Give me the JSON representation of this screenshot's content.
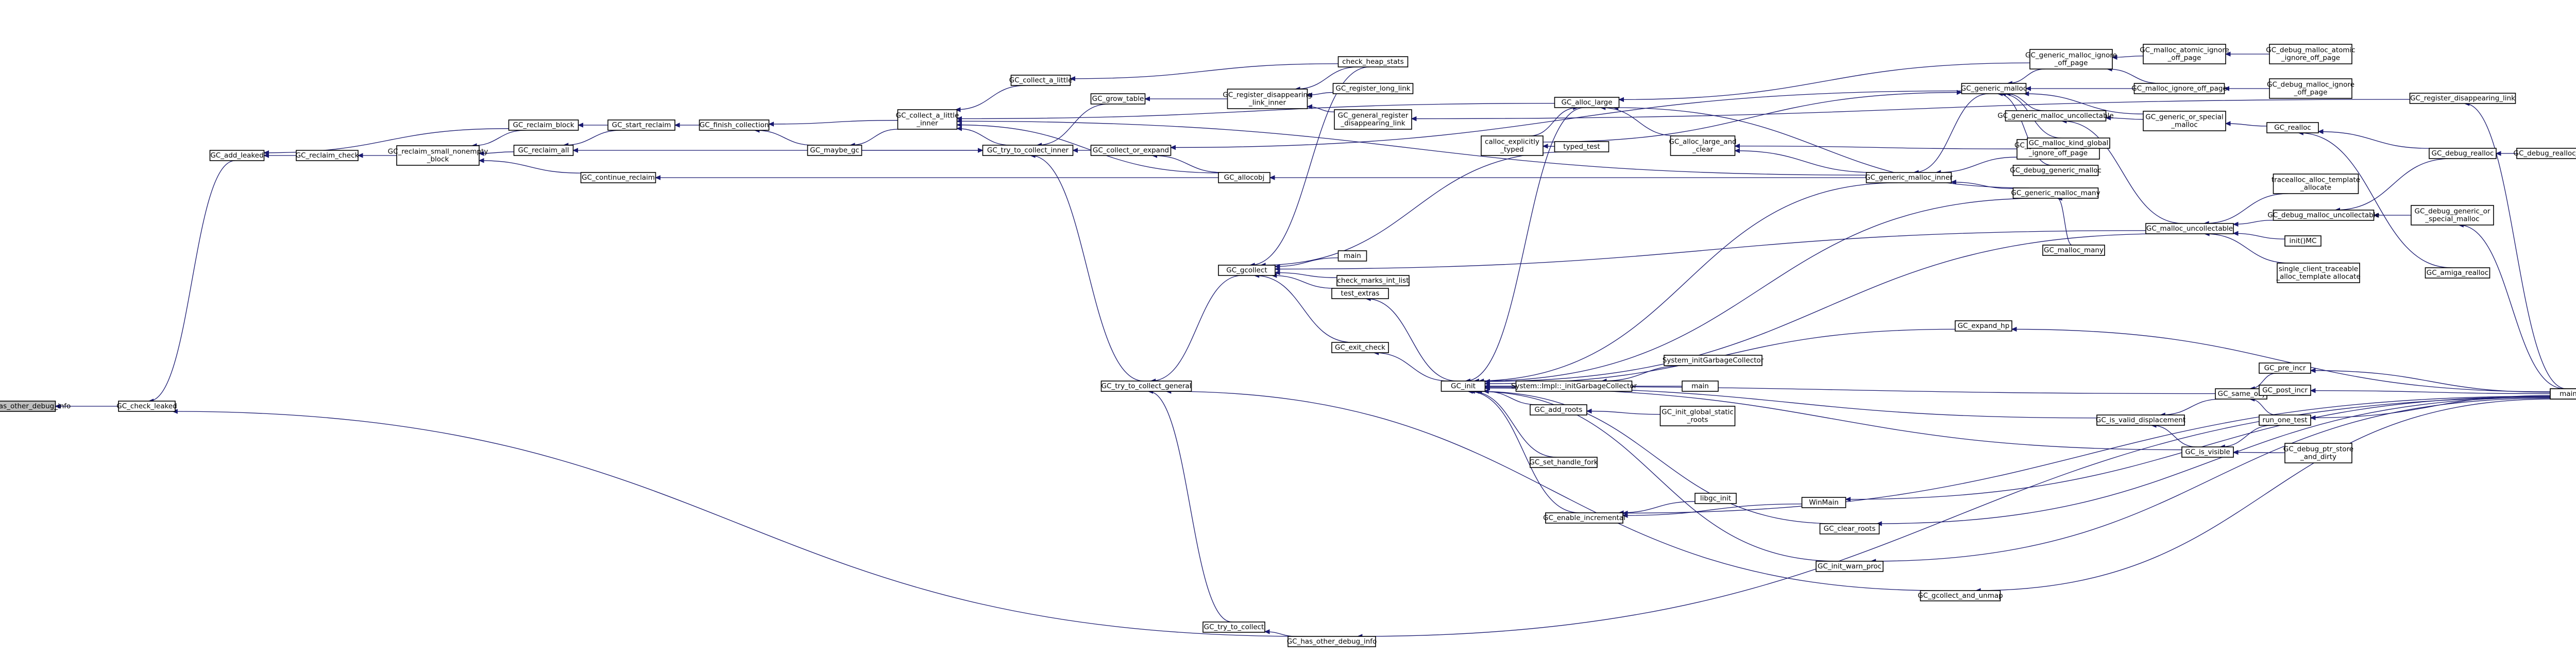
{
  "diagram": {
    "type": "doxygen-caller-graph",
    "colors": {
      "edge": "#191970",
      "node_fill": "#ffffff",
      "root_fill": "#bfbfbf",
      "border": "#000000"
    },
    "root": "n0",
    "nodes": [
      {
        "id": "n0",
        "lines": [
          "GC_has_other_debug_info"
        ]
      },
      {
        "id": "n1",
        "lines": [
          "GC_check_leaked"
        ]
      },
      {
        "id": "n2",
        "lines": [
          "GC_add_leaked"
        ]
      },
      {
        "id": "n3",
        "lines": [
          "GC_reclaim_check"
        ]
      },
      {
        "id": "n4",
        "lines": [
          "GC_reclaim_small_nonempty",
          "_block"
        ]
      },
      {
        "id": "n5",
        "lines": [
          "GC_reclaim_block"
        ]
      },
      {
        "id": "n6",
        "lines": [
          "GC_reclaim_all"
        ]
      },
      {
        "id": "n7",
        "lines": [
          "GC_continue_reclaim"
        ]
      },
      {
        "id": "n8",
        "lines": [
          "GC_start_reclaim"
        ]
      },
      {
        "id": "n9",
        "lines": [
          "GC_finish_collection"
        ]
      },
      {
        "id": "n10",
        "lines": [
          "GC_maybe_gc"
        ]
      },
      {
        "id": "n11",
        "lines": [
          "GC_collect_a_little",
          "_inner"
        ]
      },
      {
        "id": "n12",
        "lines": [
          "GC_collect_a_little"
        ]
      },
      {
        "id": "n13",
        "lines": [
          "GC_try_to_collect_inner"
        ]
      },
      {
        "id": "n14",
        "lines": [
          "GC_collect_or_expand"
        ]
      },
      {
        "id": "n15",
        "lines": [
          "GC_allocobj"
        ]
      },
      {
        "id": "n16",
        "lines": [
          "GC_grow_table"
        ]
      },
      {
        "id": "n17",
        "lines": [
          "GC_register_disappearing",
          "_link_inner"
        ]
      },
      {
        "id": "n18",
        "lines": [
          "check_heap_stats"
        ]
      },
      {
        "id": "n19",
        "lines": [
          "GC_register_long_link"
        ]
      },
      {
        "id": "n20",
        "lines": [
          "GC_general_register",
          "_disappearing_link"
        ]
      },
      {
        "id": "n21",
        "lines": [
          "GC_alloc_large"
        ]
      },
      {
        "id": "n22",
        "lines": [
          "calloc_explicitly",
          "_typed"
        ]
      },
      {
        "id": "n23",
        "lines": [
          "typed_test"
        ]
      },
      {
        "id": "n24",
        "lines": [
          "GC_alloc_large_and",
          "_clear"
        ]
      },
      {
        "id": "n25",
        "lines": [
          "GC_generic_malloc"
        ]
      },
      {
        "id": "n26",
        "lines": [
          "GC_generic_malloc_inner"
        ]
      },
      {
        "id": "n27",
        "lines": [
          "GC_generic_malloc_inner",
          "_ignore_off_page"
        ]
      },
      {
        "id": "n28",
        "lines": [
          "GC_generic_malloc_many"
        ]
      },
      {
        "id": "n29",
        "lines": [
          "GC_malloc_many"
        ]
      },
      {
        "id": "n30",
        "lines": [
          "GC_generic_malloc_ignore",
          "_off_page"
        ]
      },
      {
        "id": "n31",
        "lines": [
          "GC_malloc_atomic_ignore",
          "_off_page"
        ]
      },
      {
        "id": "n32",
        "lines": [
          "GC_debug_malloc_atomic",
          "_ignore_off_page"
        ]
      },
      {
        "id": "n33",
        "lines": [
          "GC_malloc_ignore_off_page"
        ]
      },
      {
        "id": "n34",
        "lines": [
          "GC_debug_malloc_ignore",
          "_off_page"
        ]
      },
      {
        "id": "n35",
        "lines": [
          "GC_generic_malloc_uncollectable"
        ]
      },
      {
        "id": "n36",
        "lines": [
          "GC_generic_or_special",
          "_malloc"
        ]
      },
      {
        "id": "n37",
        "lines": [
          "GC_realloc"
        ]
      },
      {
        "id": "n38",
        "lines": [
          "GC_malloc_kind_global"
        ]
      },
      {
        "id": "n39",
        "lines": [
          "GC_debug_generic_malloc"
        ]
      },
      {
        "id": "n40",
        "lines": [
          "GC_malloc_uncollectable"
        ]
      },
      {
        "id": "n41",
        "lines": [
          "tracealloc_alloc_template",
          "_allocate"
        ]
      },
      {
        "id": "n42",
        "lines": [
          "GC_debug_malloc_uncollectable"
        ]
      },
      {
        "id": "n43",
        "lines": [
          "GC_debug_generic_or",
          "_special_malloc"
        ]
      },
      {
        "id": "n44",
        "lines": [
          "GC_debug_realloc"
        ]
      },
      {
        "id": "n45",
        "lines": [
          "GC_debug_realloc_replacement"
        ]
      },
      {
        "id": "n46",
        "lines": [
          "GC_amiga_realloc"
        ]
      },
      {
        "id": "n47",
        "lines": [
          "GC_register_disappearing_link"
        ]
      },
      {
        "id": "n48",
        "lines": [
          "main"
        ]
      },
      {
        "id": "n49",
        "lines": [
          "init()MC"
        ]
      },
      {
        "id": "n50",
        "lines": [
          "single_client_traceable",
          "_alloc_template allocate"
        ]
      },
      {
        "id": "n51",
        "lines": [
          "GC_gcollect"
        ]
      },
      {
        "id": "n52",
        "lines": [
          "main"
        ]
      },
      {
        "id": "n53",
        "lines": [
          "check_marks_int_list"
        ]
      },
      {
        "id": "n54",
        "lines": [
          "test_extras"
        ]
      },
      {
        "id": "n55",
        "lines": [
          "GC_exit_check"
        ]
      },
      {
        "id": "n56",
        "lines": [
          "GC_init"
        ]
      },
      {
        "id": "n57",
        "lines": [
          "System::Impl::_initGarbageCollector"
        ]
      },
      {
        "id": "n58",
        "lines": [
          "System_initGarbageCollector"
        ]
      },
      {
        "id": "n59",
        "lines": [
          "main"
        ]
      },
      {
        "id": "n60",
        "lines": [
          "GC_add_roots"
        ]
      },
      {
        "id": "n61",
        "lines": [
          "GC_init_global_static",
          "_roots"
        ]
      },
      {
        "id": "n62",
        "lines": [
          "GC_set_handle_fork"
        ]
      },
      {
        "id": "n63",
        "lines": [
          "GC_enable_incremental"
        ]
      },
      {
        "id": "n64",
        "lines": [
          "libgc_init"
        ]
      },
      {
        "id": "n65",
        "lines": [
          "WinMain"
        ]
      },
      {
        "id": "n66",
        "lines": [
          "GC_clear_roots"
        ]
      },
      {
        "id": "n67",
        "lines": [
          "GC_init_warn_proc"
        ]
      },
      {
        "id": "n68",
        "lines": [
          "GC_gcollect_and_unmap"
        ]
      },
      {
        "id": "n69",
        "lines": [
          "GC_expand_hp"
        ]
      },
      {
        "id": "n70",
        "lines": [
          "GC_is_valid_displacement"
        ]
      },
      {
        "id": "n71",
        "lines": [
          "GC_same_obj"
        ]
      },
      {
        "id": "n72",
        "lines": [
          "GC_is_visible"
        ]
      },
      {
        "id": "n73",
        "lines": [
          "GC_pre_incr"
        ]
      },
      {
        "id": "n74",
        "lines": [
          "GC_post_incr"
        ]
      },
      {
        "id": "n75",
        "lines": [
          "run_one_test"
        ]
      },
      {
        "id": "n76",
        "lines": [
          "GC_debug_ptr_store",
          "_and_dirty"
        ]
      },
      {
        "id": "n77",
        "lines": [
          "main"
        ]
      },
      {
        "id": "n78",
        "lines": [
          "GC_try_to_collect_general"
        ]
      },
      {
        "id": "n79",
        "lines": [
          "GC_try_to_collect"
        ]
      },
      {
        "id": "n80",
        "lines": [
          "GC_has_other_debug_info"
        ]
      }
    ],
    "edges": [
      [
        "n0",
        "n1"
      ],
      [
        "n1",
        "n2"
      ],
      [
        "n1",
        "n80"
      ],
      [
        "n2",
        "n3"
      ],
      [
        "n2",
        "n5"
      ],
      [
        "n3",
        "n4"
      ],
      [
        "n4",
        "n5"
      ],
      [
        "n4",
        "n6"
      ],
      [
        "n4",
        "n7"
      ],
      [
        "n5",
        "n8"
      ],
      [
        "n6",
        "n8"
      ],
      [
        "n6",
        "n13"
      ],
      [
        "n7",
        "n15"
      ],
      [
        "n8",
        "n9"
      ],
      [
        "n9",
        "n10"
      ],
      [
        "n9",
        "n11"
      ],
      [
        "n10",
        "n11"
      ],
      [
        "n11",
        "n12"
      ],
      [
        "n11",
        "n13"
      ],
      [
        "n11",
        "n15"
      ],
      [
        "n11",
        "n21"
      ],
      [
        "n11",
        "n26"
      ],
      [
        "n12",
        "n18"
      ],
      [
        "n13",
        "n10"
      ],
      [
        "n13",
        "n14"
      ],
      [
        "n13",
        "n16"
      ],
      [
        "n13",
        "n78"
      ],
      [
        "n14",
        "n15"
      ],
      [
        "n14",
        "n25"
      ],
      [
        "n15",
        "n26"
      ],
      [
        "n16",
        "n17"
      ],
      [
        "n17",
        "n18"
      ],
      [
        "n17",
        "n19"
      ],
      [
        "n17",
        "n20"
      ],
      [
        "n20",
        "n47"
      ],
      [
        "n21",
        "n22"
      ],
      [
        "n21",
        "n24"
      ],
      [
        "n21",
        "n30"
      ],
      [
        "n21",
        "n28"
      ],
      [
        "n22",
        "n23"
      ],
      [
        "n24",
        "n26"
      ],
      [
        "n24",
        "n27"
      ],
      [
        "n25",
        "n22"
      ],
      [
        "n25",
        "n30"
      ],
      [
        "n25",
        "n33"
      ],
      [
        "n25",
        "n35"
      ],
      [
        "n25",
        "n38"
      ],
      [
        "n25",
        "n39"
      ],
      [
        "n25",
        "n36"
      ],
      [
        "n26",
        "n27"
      ],
      [
        "n26",
        "n25"
      ],
      [
        "n26",
        "n28"
      ],
      [
        "n28",
        "n29"
      ],
      [
        "n30",
        "n31"
      ],
      [
        "n30",
        "n33"
      ],
      [
        "n31",
        "n32"
      ],
      [
        "n33",
        "n34"
      ],
      [
        "n35",
        "n36"
      ],
      [
        "n35",
        "n40"
      ],
      [
        "n36",
        "n37"
      ],
      [
        "n37",
        "n44"
      ],
      [
        "n37",
        "n46"
      ],
      [
        "n40",
        "n41"
      ],
      [
        "n40",
        "n42"
      ],
      [
        "n40",
        "n49"
      ],
      [
        "n40",
        "n50"
      ],
      [
        "n42",
        "n43"
      ],
      [
        "n42",
        "n44"
      ],
      [
        "n43",
        "n77"
      ],
      [
        "n44",
        "n45"
      ],
      [
        "n47",
        "n77"
      ],
      [
        "n51",
        "n18"
      ],
      [
        "n51",
        "n52"
      ],
      [
        "n51",
        "n53"
      ],
      [
        "n51",
        "n54"
      ],
      [
        "n51",
        "n55"
      ],
      [
        "n51",
        "n40"
      ],
      [
        "n51",
        "n23"
      ],
      [
        "n55",
        "n56"
      ],
      [
        "n54",
        "n56"
      ],
      [
        "n56",
        "n26"
      ],
      [
        "n56",
        "n28"
      ],
      [
        "n56",
        "n21"
      ],
      [
        "n56",
        "n40"
      ],
      [
        "n56",
        "n57"
      ],
      [
        "n56",
        "n60"
      ],
      [
        "n56",
        "n62"
      ],
      [
        "n56",
        "n63"
      ],
      [
        "n56",
        "n66"
      ],
      [
        "n56",
        "n67"
      ],
      [
        "n56",
        "n69"
      ],
      [
        "n56",
        "n70"
      ],
      [
        "n56",
        "n71"
      ],
      [
        "n56",
        "n72"
      ],
      [
        "n56",
        "n59"
      ],
      [
        "n57",
        "n58"
      ],
      [
        "n60",
        "n61"
      ],
      [
        "n63",
        "n64"
      ],
      [
        "n63",
        "n65"
      ],
      [
        "n65",
        "n77"
      ],
      [
        "n66",
        "n77"
      ],
      [
        "n67",
        "n77"
      ],
      [
        "n68",
        "n77"
      ],
      [
        "n69",
        "n77"
      ],
      [
        "n70",
        "n71"
      ],
      [
        "n70",
        "n72"
      ],
      [
        "n71",
        "n73"
      ],
      [
        "n71",
        "n74"
      ],
      [
        "n71",
        "n75"
      ],
      [
        "n72",
        "n75"
      ],
      [
        "n72",
        "n76"
      ],
      [
        "n73",
        "n77"
      ],
      [
        "n74",
        "n77"
      ],
      [
        "n75",
        "n77"
      ],
      [
        "n78",
        "n51"
      ],
      [
        "n78",
        "n68"
      ],
      [
        "n78",
        "n79"
      ],
      [
        "n79",
        "n80"
      ],
      [
        "n80",
        "n77"
      ],
      [
        "n63",
        "n77"
      ]
    ]
  }
}
